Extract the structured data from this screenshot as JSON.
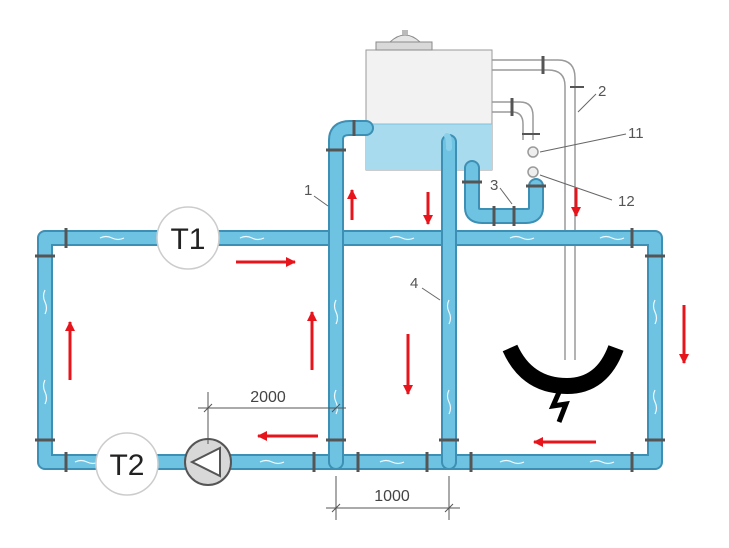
{
  "sensors": {
    "t1": "T1",
    "t2": "T2"
  },
  "dimensions": {
    "riser_to_pump": "2000",
    "riser_spacing": "1000"
  },
  "callouts": {
    "c1": "1",
    "c2": "2",
    "c3": "3",
    "c4": "4",
    "c11": "11",
    "c12": "12"
  },
  "colors": {
    "water": "#5ab4d6",
    "water_light": "#a9dbee",
    "pipe_outline": "#3d8fb3",
    "flow_arrow": "#e8141c",
    "tank": "#f2f2f2"
  },
  "icons": {
    "pump": "pump-icon",
    "heater": "boiler-heater-icon",
    "tank": "expansion-tank-icon"
  }
}
